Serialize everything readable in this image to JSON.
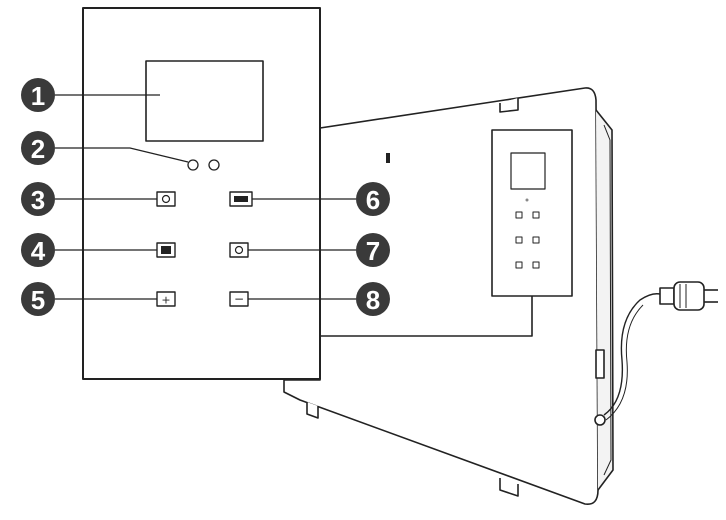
{
  "callouts": [
    {
      "number": "1",
      "target": "display-window"
    },
    {
      "number": "2",
      "target": "indicator-lights"
    },
    {
      "number": "3",
      "target": "button-left-1"
    },
    {
      "number": "4",
      "target": "button-left-2"
    },
    {
      "number": "5",
      "target": "button-left-3"
    },
    {
      "number": "6",
      "target": "button-right-1"
    },
    {
      "number": "7",
      "target": "button-right-2"
    },
    {
      "number": "8",
      "target": "button-right-3"
    }
  ],
  "colors": {
    "callout_fill": "#3a3a3a",
    "line": "#222222",
    "panel_fill": "#ffffff",
    "heater_side": "#f1f1f1"
  }
}
